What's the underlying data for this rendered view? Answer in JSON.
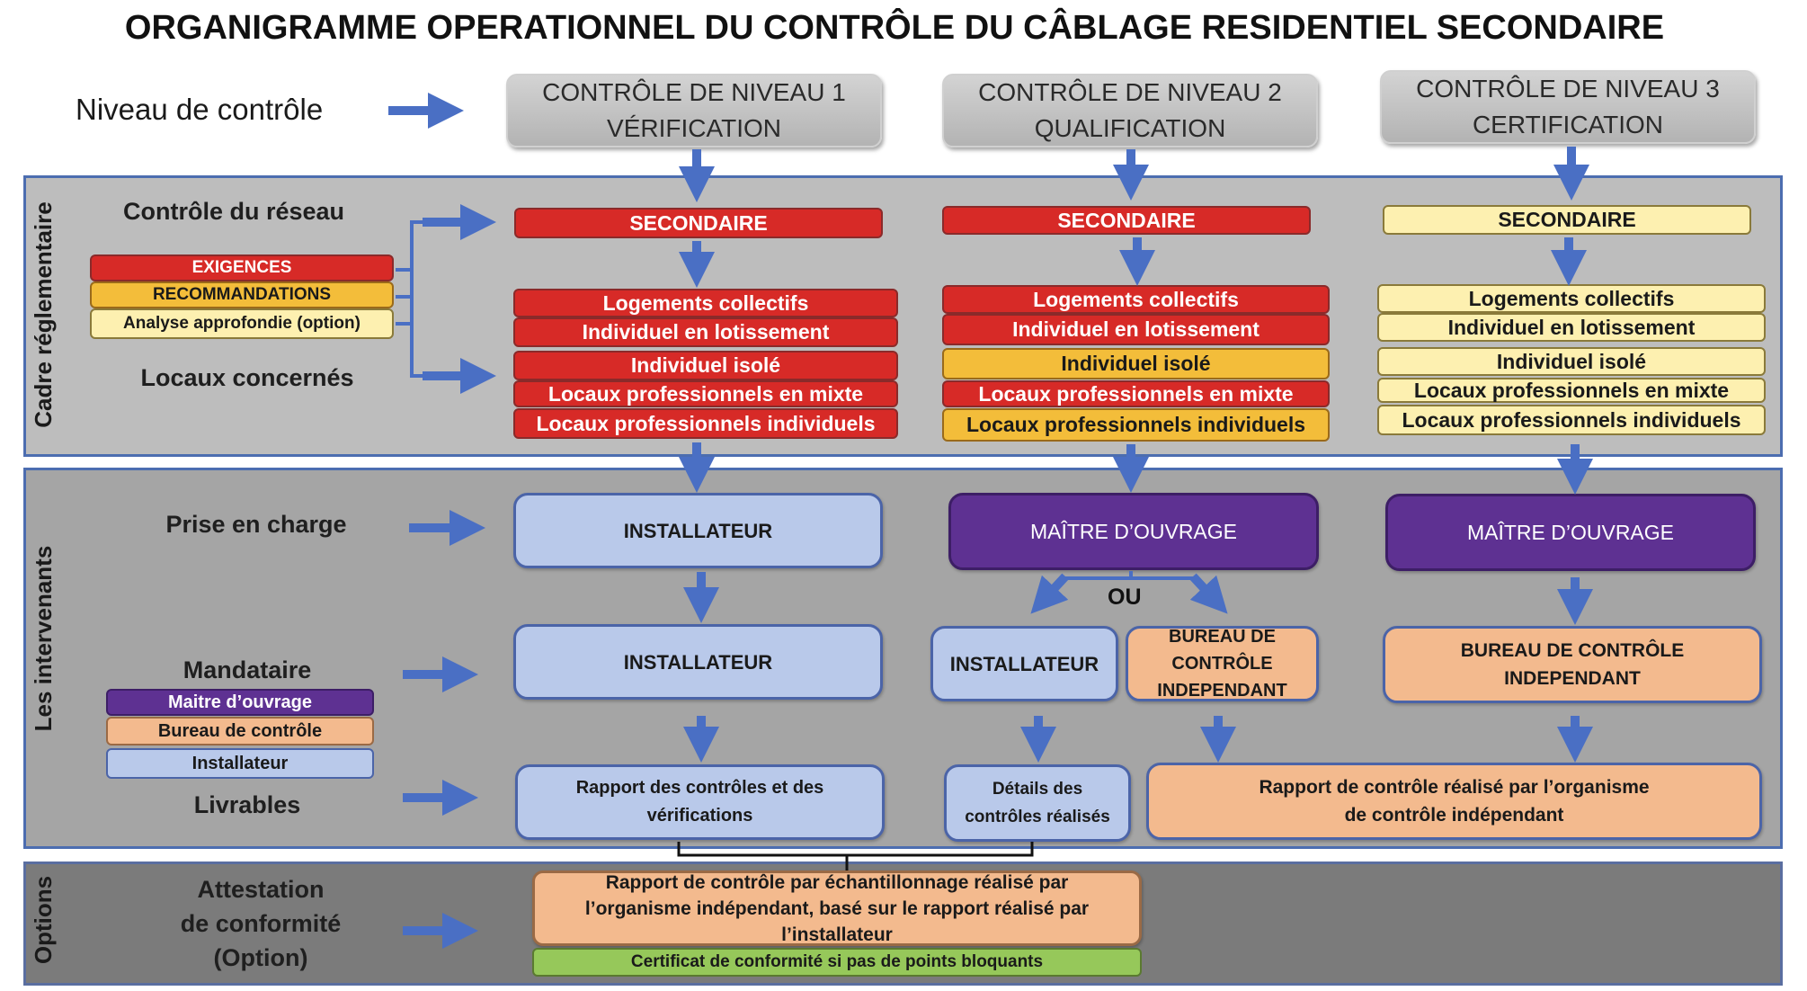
{
  "title": "ORGANIGRAMME OPERATIONNEL DU CONTRÔLE DU CÂBLAGE RESIDENTIEL SECONDAIRE",
  "niveau_label": "Niveau de contrôle",
  "levels": [
    {
      "line1": "CONTRÔLE DE NIVEAU 1",
      "line2": "VÉRIFICATION"
    },
    {
      "line1": "CONTRÔLE DE NIVEAU 2",
      "line2": "QUALIFICATION"
    },
    {
      "line1": "CONTRÔLE DE NIVEAU 3",
      "line2": "CERTIFICATION"
    }
  ],
  "cadre": {
    "section_label": "Cadre réglementaire",
    "controle_reseau": "Contrôle du réseau",
    "locaux_concernes": "Locaux concernés",
    "legend": [
      "EXIGENCES",
      "RECOMMANDATIONS",
      "Analyse approfondie (option)"
    ]
  },
  "secondaire": "SECONDAIRE",
  "locaux": [
    "Logements collectifs",
    "Individuel en lotissement",
    "Individuel isolé",
    "Locaux professionnels en mixte",
    "Locaux professionnels individuels"
  ],
  "intervenants": {
    "section_label": "Les intervenants",
    "prise_en_charge": "Prise en charge",
    "mandataire": "Mandataire",
    "livrables": "Livrables",
    "legend": [
      "Maitre d’ouvrage",
      "Bureau de contrôle",
      "Installateur"
    ],
    "installateur": "INSTALLATEUR",
    "maitre_ouvrage": "MAÎTRE D’OUVRAGE",
    "ou": "OU",
    "bureau_n2": [
      "BUREAU DE",
      "CONTRÔLE",
      "INDEPENDANT"
    ],
    "bureau_n3": [
      "BUREAU DE CONTRÔLE",
      "INDEPENDANT"
    ],
    "rapport_n1": [
      "Rapport des contrôles et des",
      "vérifications"
    ],
    "details_n2": [
      "Détails des",
      "contrôles réalisés"
    ],
    "rapport_n3": [
      "Rapport de contrôle réalisé par l’organisme",
      "de contrôle indépendant"
    ]
  },
  "options": {
    "section_label": "Options",
    "attestation": [
      "Attestation",
      "de conformité",
      "(Option)"
    ],
    "rapport": [
      "Rapport de contrôle par échantillonnage réalisé par",
      "l’organisme indépendant, basé sur le rapport réalisé par",
      "l’installateur"
    ],
    "certificat": "Certificat de conformité si pas de points bloquants"
  },
  "colors": {
    "exigence": "#d72a27",
    "recommandation": "#f3bd3a",
    "option": "#fdf0b0",
    "installateur": "#b9c9ea",
    "maitre_ouvrage": "#5e3192",
    "bureau": "#f3ba8e",
    "certificat": "#96c85a",
    "arrow": "#4a6fc4"
  }
}
